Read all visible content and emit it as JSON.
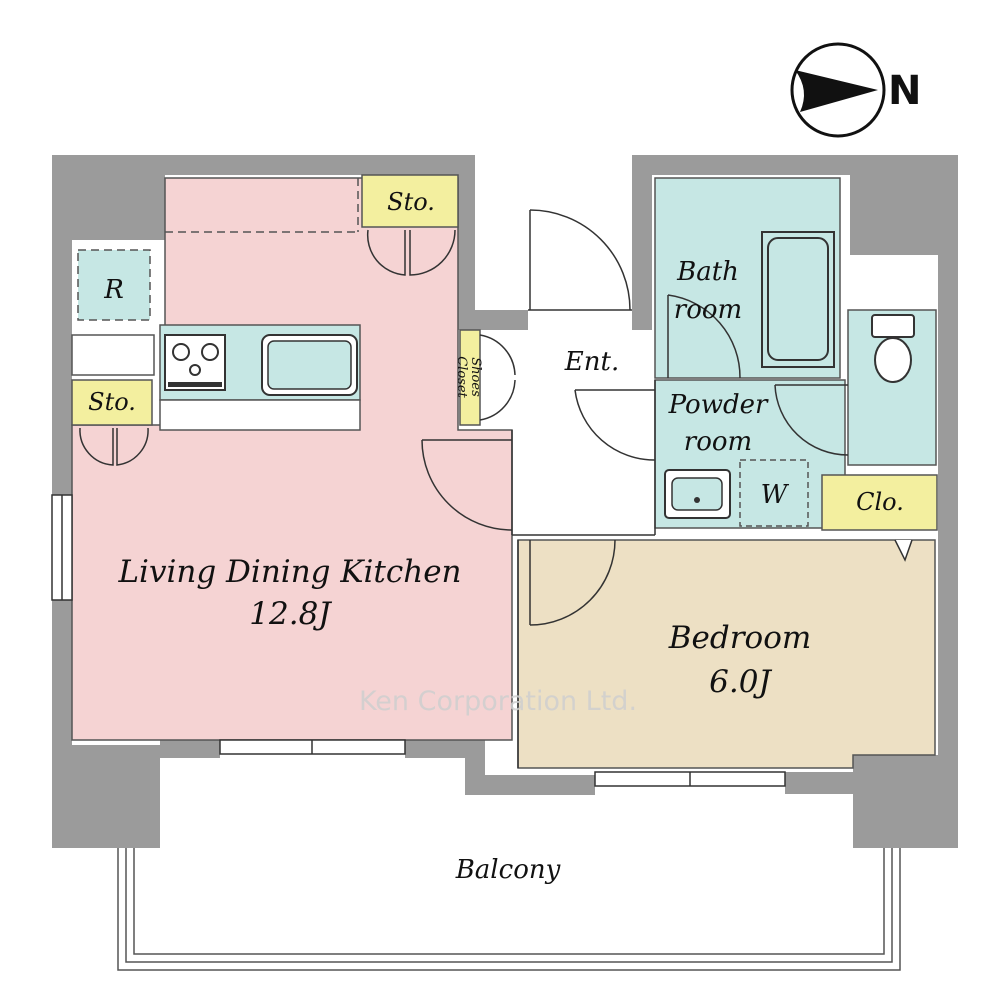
{
  "rooms": {
    "ldk": {
      "name": "Living Dining Kitchen",
      "size": "12.8J"
    },
    "bedroom": {
      "name": "Bedroom",
      "size": "6.0J"
    },
    "bath": {
      "line1": "Bath",
      "line2": "room"
    },
    "powder": {
      "line1": "Powder",
      "line2": "room"
    },
    "entrance": {
      "name": "Ent."
    },
    "balcony": {
      "name": "Balcony"
    },
    "storage_top": {
      "name": "Sto."
    },
    "storage_left": {
      "name": "Sto."
    },
    "refrigerator": {
      "name": "R"
    },
    "washer": {
      "name": "W"
    },
    "closet": {
      "name": "Clo."
    },
    "shoes_closet": {
      "line1": "Shoes",
      "line2": "Closet"
    }
  },
  "compass": {
    "letter": "N"
  },
  "watermark": "Ken Corporation Ltd.",
  "colors": {
    "wall": "#9b9b9b",
    "ldk": "#f5d3d3",
    "bedroom": "#ede0c4",
    "wet": "#c6e7e4",
    "storage": "#f3ef9f",
    "kitchen": "#c6e7e4"
  }
}
